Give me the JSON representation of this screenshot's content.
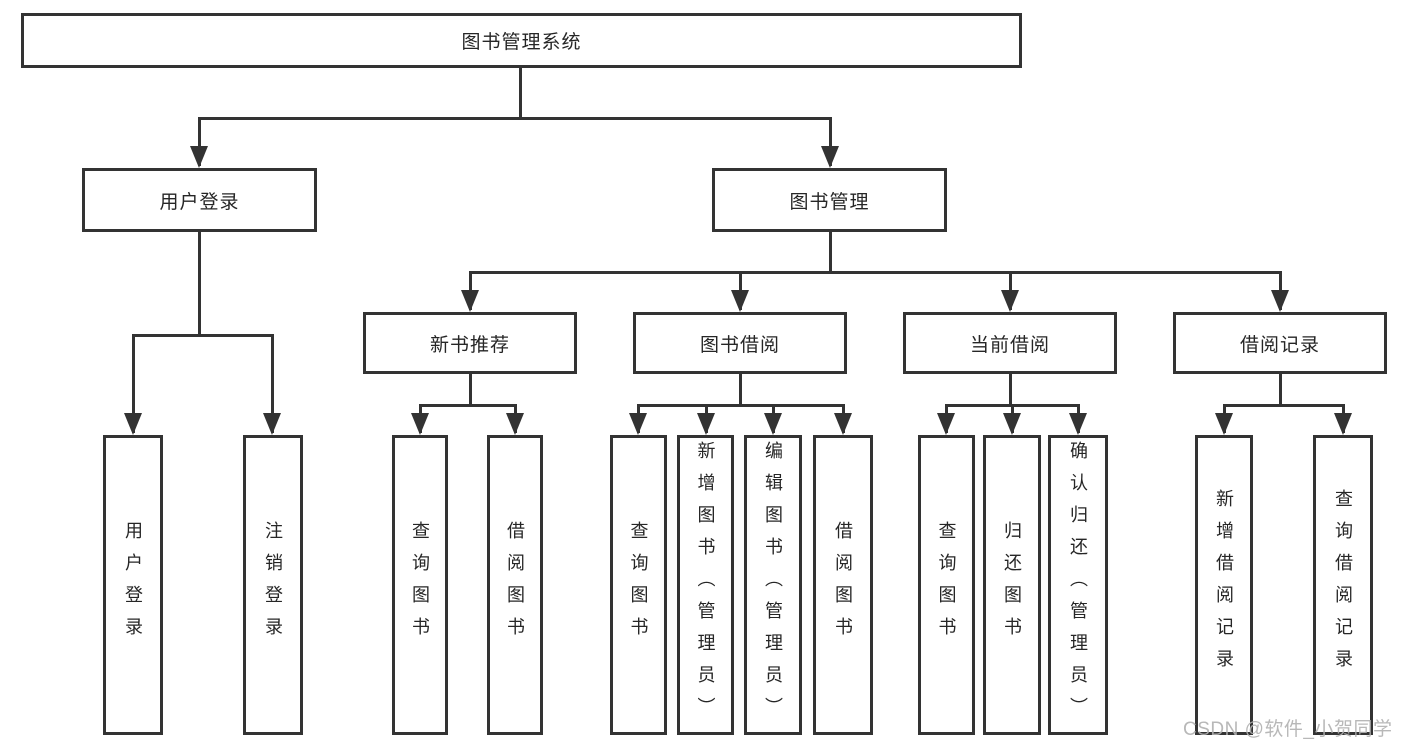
{
  "watermark": "CSDN @软件_小贺同学",
  "colors": {
    "line": "#333333",
    "text": "#262626",
    "background": "#ffffff",
    "watermark": "#b0b0b0"
  },
  "diagram": {
    "type": "tree",
    "title": "图书管理系统",
    "nodes": [
      {
        "id": "root",
        "label": "图书管理系统",
        "parent": null
      },
      {
        "id": "user-login",
        "label": "用户登录",
        "parent": "root"
      },
      {
        "id": "book-mgmt",
        "label": "图书管理",
        "parent": "root"
      },
      {
        "id": "user-login-leaf",
        "label": "用户登录",
        "parent": "user-login"
      },
      {
        "id": "logout",
        "label": "注销登录",
        "parent": "user-login"
      },
      {
        "id": "new-book-rec",
        "label": "新书推荐",
        "parent": "book-mgmt"
      },
      {
        "id": "book-borrow",
        "label": "图书借阅",
        "parent": "book-mgmt"
      },
      {
        "id": "current-borrow",
        "label": "当前借阅",
        "parent": "book-mgmt"
      },
      {
        "id": "borrow-records",
        "label": "借阅记录",
        "parent": "book-mgmt"
      },
      {
        "id": "query-books-1",
        "label": "查询图书",
        "parent": "new-book-rec"
      },
      {
        "id": "borrow-books-1",
        "label": "借阅图书",
        "parent": "new-book-rec"
      },
      {
        "id": "query-books-2",
        "label": "查询图书",
        "parent": "book-borrow"
      },
      {
        "id": "add-books",
        "label": "新增图书（管理员）",
        "parent": "book-borrow"
      },
      {
        "id": "edit-books",
        "label": "编辑图书（管理员）",
        "parent": "book-borrow"
      },
      {
        "id": "borrow-books-2",
        "label": "借阅图书",
        "parent": "book-borrow"
      },
      {
        "id": "query-books-3",
        "label": "查询图书",
        "parent": "current-borrow"
      },
      {
        "id": "return-books",
        "label": "归还图书",
        "parent": "current-borrow"
      },
      {
        "id": "confirm-return",
        "label": "确认归还（管理员）",
        "parent": "current-borrow"
      },
      {
        "id": "add-borrow-record",
        "label": "新增借阅记录",
        "parent": "borrow-records"
      },
      {
        "id": "query-borrow-record",
        "label": "查询借阅记录",
        "parent": "borrow-records"
      }
    ]
  }
}
